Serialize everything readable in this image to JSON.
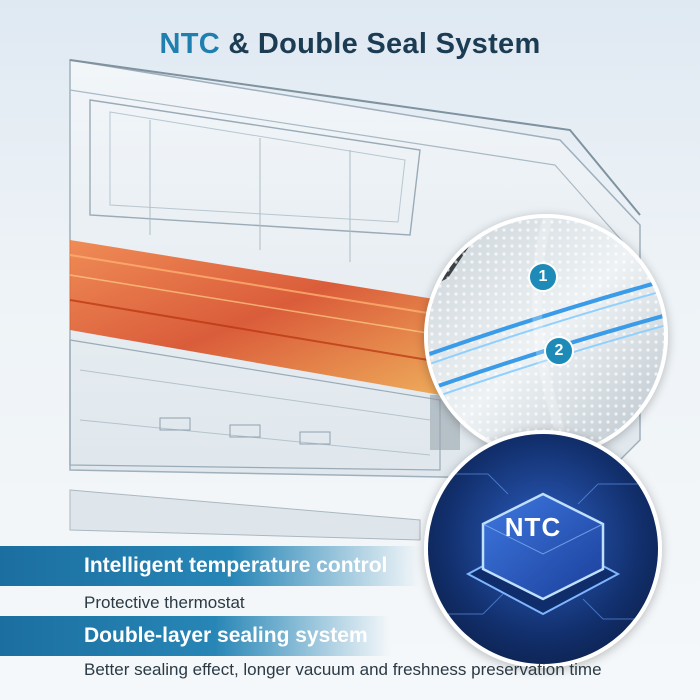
{
  "title": {
    "accent": "NTC",
    "rest": "& Double Seal System"
  },
  "badges": [
    "1",
    "2"
  ],
  "chip_label": "NTC",
  "features": [
    {
      "heading": "Intelligent temperature control",
      "description": "Protective thermostat"
    },
    {
      "heading": "Double-layer sealing system",
      "description": "Better sealing effect, longer vacuum and freshness preservation time"
    }
  ],
  "colors": {
    "accent": "#1f7fae",
    "title_dark": "#1b3c52",
    "band": "#2786b6",
    "heating_strip": "#e0501e"
  }
}
